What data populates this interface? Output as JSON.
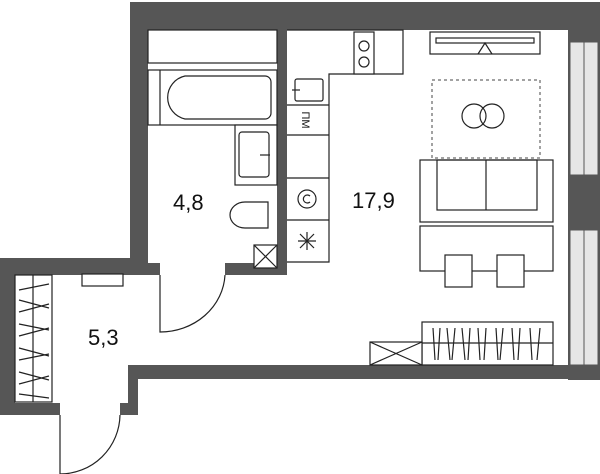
{
  "plan": {
    "rooms": [
      {
        "name": "bathroom",
        "area": "4,8"
      },
      {
        "name": "living-kitchen",
        "area": "17,9"
      },
      {
        "name": "hallway",
        "area": "5,3"
      }
    ],
    "kitchen_label": "ПМ",
    "colors": {
      "wall": "#565656",
      "window": "#e6e6e6",
      "line": "#222222"
    }
  }
}
